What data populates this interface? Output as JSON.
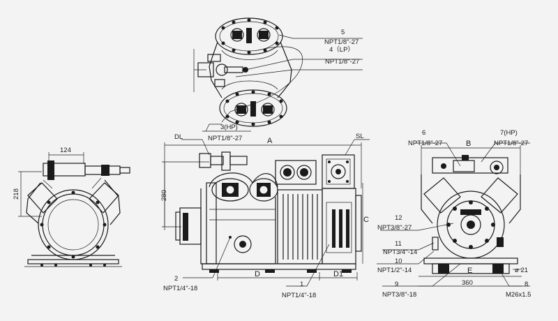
{
  "labels": {
    "top_5": "5",
    "top_npt_5": "NPT1/8\"-27",
    "top_4lp": "4（LP）",
    "top_npt_4": "NPT1/8\"-27",
    "top_3hp": "3(HP)",
    "top_npt_3": "NPT1/8\"-27",
    "side_dim_124": "124",
    "side_dim_218": "218",
    "dl": "DL",
    "dim_a": "A",
    "sl": "SL",
    "dim_280": "280",
    "dim_c": "C",
    "dim_d": "D",
    "dim_d1": "D1",
    "n2": "2",
    "npt_2": "NPT1/4\"-18",
    "n1": "1",
    "npt_1": "NPT1/4\"-18",
    "n6": "6",
    "npt_6": "NPT1/8\"-27",
    "dim_b": "B",
    "n7hp": "7(HP)",
    "npt_7": "NPT1/8\"-27",
    "n12": "12",
    "npt_12": "NPT3/8\"-27",
    "n11": "11",
    "npt_11": "NPT3/4\"-14",
    "n10": "10",
    "npt_10": "NPT1/2\"-14",
    "n9": "9",
    "npt_9": "NPT3/8\"-18",
    "dim_e": "E",
    "dim_360": "360",
    "n8": "8",
    "m26": "M26x1.5",
    "phi21": "ø 21"
  }
}
